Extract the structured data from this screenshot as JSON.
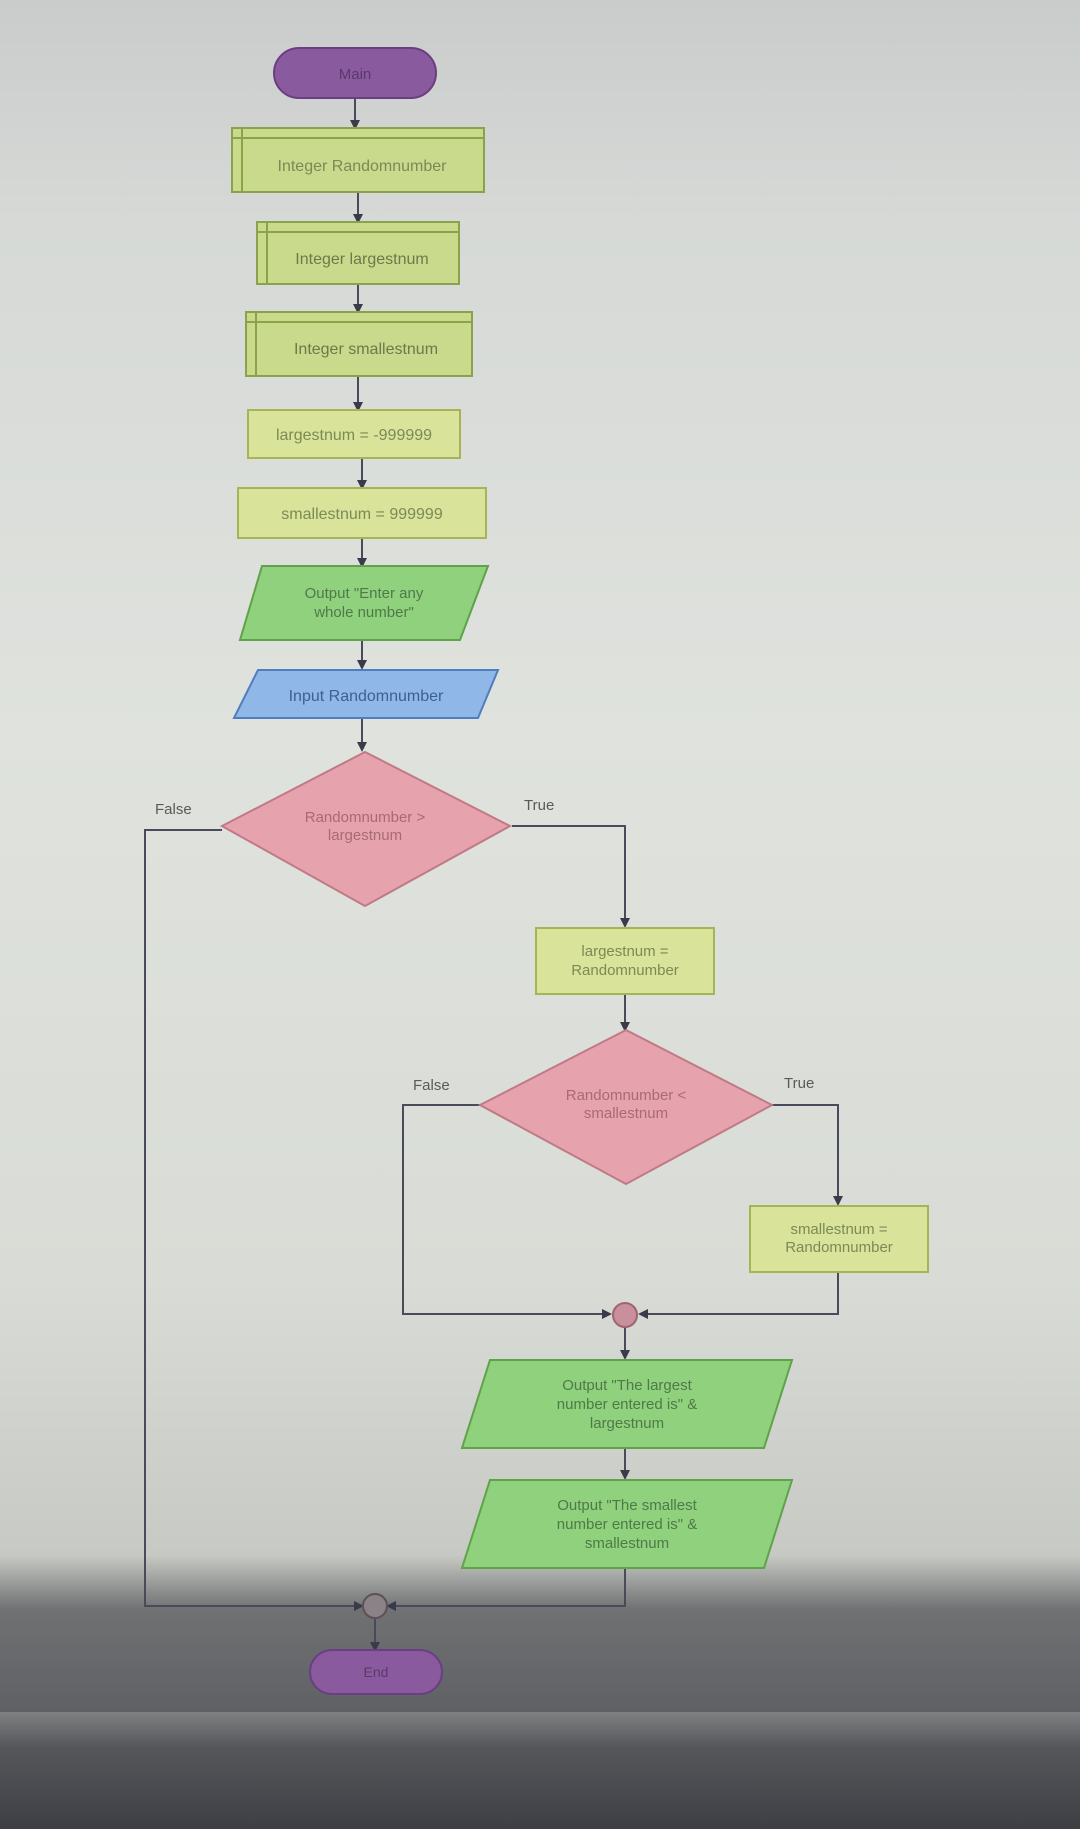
{
  "nodes": {
    "start": "Main",
    "decl_random": "Integer Randomnumber",
    "decl_largest": "Integer largestnum",
    "decl_smallest": "Integer smallestnum",
    "assign_largest": "largestnum = -999999",
    "assign_smallest": "smallestnum = 999999",
    "output_prompt": [
      "Output \"Enter any",
      "whole number\""
    ],
    "input_random": "Input Randomnumber",
    "decision1": [
      "Randomnumber >",
      "largestnum"
    ],
    "decision1_false": "False",
    "decision1_true": "True",
    "assign_largest_random": [
      "largestnum =",
      "Randomnumber"
    ],
    "decision2": [
      "Randomnumber <",
      "smallestnum"
    ],
    "decision2_false": "False",
    "decision2_true": "True",
    "assign_smallest_random": [
      "smallestnum =",
      "Randomnumber"
    ],
    "output_largest": [
      "Output \"The largest",
      "number entered is\" &",
      "largestnum"
    ],
    "output_smallest": [
      "Output \"The smallest",
      "number entered is\" &",
      "smallestnum"
    ],
    "end": "End"
  },
  "colors": {
    "terminal": "#8a5a9e",
    "declare": "#c9da8c",
    "assign": "#d9e39a",
    "output": "#8fd17d",
    "input": "#8fb8e8",
    "decision": "#e6a3ad",
    "connector_large": "#c98f9c",
    "connector_small": "#8a8286",
    "line": "#4a4a5a"
  }
}
